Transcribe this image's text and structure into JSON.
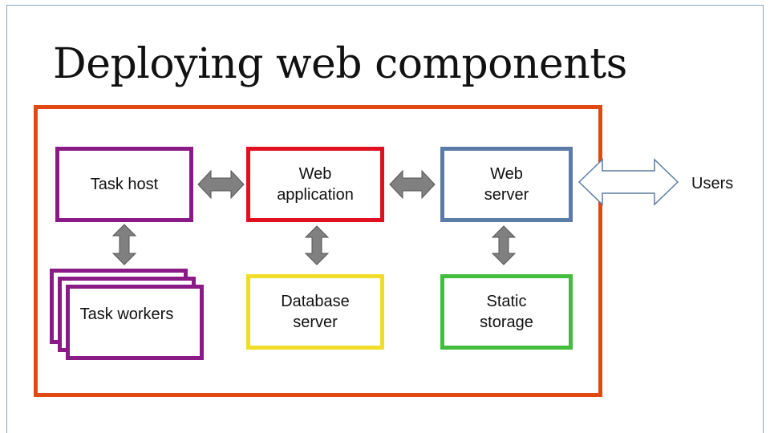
{
  "slide": {
    "title": "Deploying web components"
  },
  "nodes": {
    "task_host": "Task host",
    "web_application": [
      "Web",
      "application"
    ],
    "web_server": [
      "Web",
      "server"
    ],
    "task_workers": "Task workers",
    "database_server": [
      "Database",
      "server"
    ],
    "static_storage": [
      "Static",
      "storage"
    ],
    "users": "Users"
  },
  "colors": {
    "frame": "#e04a12",
    "task": "#8a1a85",
    "web_application": "#e0101e",
    "web_server": "#5b7ca6",
    "database": "#f2dc2a",
    "static_storage": "#43bd3e",
    "arrow_fill": "#808080",
    "users_arrow": "#5b7ca6"
  }
}
